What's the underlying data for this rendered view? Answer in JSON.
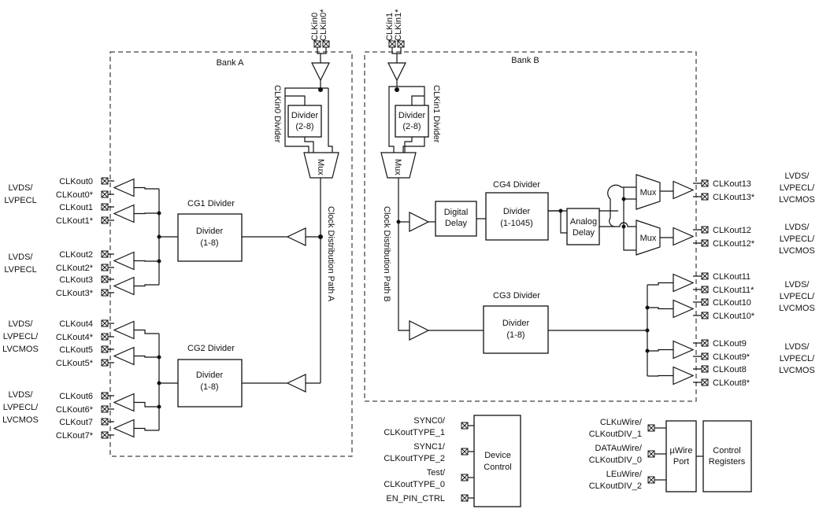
{
  "banks": {
    "a": "Bank A",
    "b": "Bank B"
  },
  "clkin": {
    "clkin0": "CLKin0",
    "clkin0_n": "CLKin0*",
    "clkin1": "CLKin1",
    "clkin1_n": "CLKin1*",
    "div0_label": "CLKin0 Divider",
    "div1_label": "CLKin1 Divider",
    "divider": "Divider",
    "range": "(2-8)",
    "mux": "Mux"
  },
  "paths": {
    "a": "Clock Distribution Path A",
    "b": "Clock Distribution Path B"
  },
  "cg1": {
    "title": "CG1 Divider",
    "name": "Divider",
    "range": "(1-8)"
  },
  "cg2": {
    "title": "CG2 Divider",
    "name": "Divider",
    "range": "(1-8)"
  },
  "cg3": {
    "title": "CG3 Divider",
    "name": "Divider",
    "range": "(1-8)"
  },
  "cg4": {
    "title": "CG4 Divider",
    "name": "Divider",
    "range": "(1-1045)"
  },
  "digital_delay": {
    "l1": "Digital",
    "l2": "Delay"
  },
  "analog_delay": {
    "l1": "Analog",
    "l2": "Delay"
  },
  "outputs_a": [
    {
      "p": "CLKout0",
      "n": "CLKout0*"
    },
    {
      "p": "CLKout1",
      "n": "CLKout1*"
    },
    {
      "p": "CLKout2",
      "n": "CLKout2*"
    },
    {
      "p": "CLKout3",
      "n": "CLKout3*"
    },
    {
      "p": "CLKout4",
      "n": "CLKout4*"
    },
    {
      "p": "CLKout5",
      "n": "CLKout5*"
    },
    {
      "p": "CLKout6",
      "n": "CLKout6*"
    },
    {
      "p": "CLKout7",
      "n": "CLKout7*"
    }
  ],
  "outputs_b": [
    {
      "p": "CLKout13",
      "n": "CLKout13*"
    },
    {
      "p": "CLKout12",
      "n": "CLKout12*"
    },
    {
      "p": "CLKout11",
      "n": "CLKout11*"
    },
    {
      "p": "CLKout10",
      "n": "CLKout10*"
    },
    {
      "p": "CLKout9",
      "n": "CLKout9*"
    },
    {
      "p": "CLKout8",
      "n": "CLKout8*"
    }
  ],
  "formats": {
    "g1": [
      "LVDS/",
      "LVPECL"
    ],
    "g2": [
      "LVDS/",
      "LVPECL"
    ],
    "g3": [
      "LVDS/",
      "LVPECL/",
      "LVCMOS"
    ],
    "g4": [
      "LVDS/",
      "LVPECL/",
      "LVCMOS"
    ],
    "g5": [
      "LVDS/",
      "LVPECL/",
      "LVCMOS"
    ],
    "g6": [
      "LVDS/",
      "LVPECL/",
      "LVCMOS"
    ],
    "g7": [
      "LVDS/",
      "LVPECL/",
      "LVCMOS"
    ],
    "g8": [
      "LVDS/",
      "LVPECL/",
      "LVCMOS"
    ]
  },
  "device_control": {
    "title1": "Device",
    "title2": "Control",
    "pins": [
      [
        "SYNC0/",
        "CLKoutTYPE_1"
      ],
      [
        "SYNC1/",
        "CLKoutTYPE_2"
      ],
      [
        "Test/",
        "CLKoutTYPE_0"
      ],
      [
        "EN_PIN_CTRL"
      ]
    ]
  },
  "uwire": {
    "port1": "µWire",
    "port2": "Port",
    "reg1": "Control",
    "reg2": "Registers",
    "pins": [
      [
        "CLKuWire/",
        "CLKoutDIV_1"
      ],
      [
        "DATAuWire/",
        "CLKoutDIV_0"
      ],
      [
        "LEuWire/",
        "CLKoutDIV_2"
      ]
    ]
  }
}
